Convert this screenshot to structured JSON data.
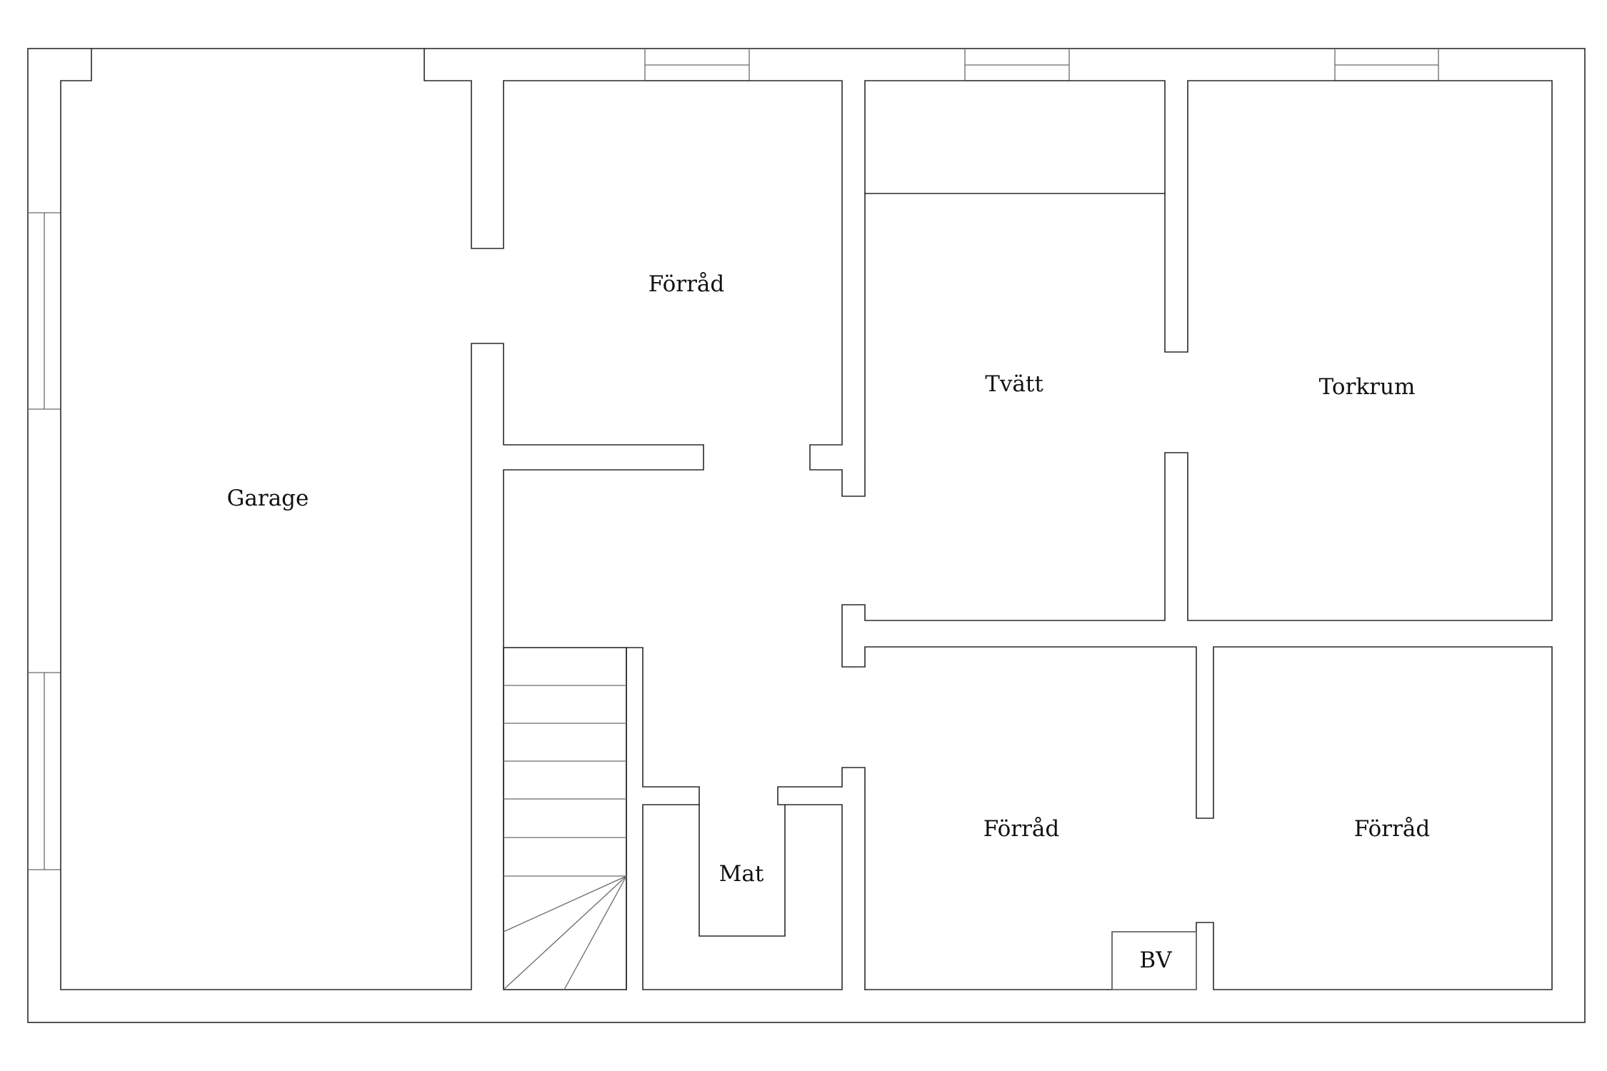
{
  "floor_plan": {
    "rooms": {
      "garage": "Garage",
      "forrad_top": "Förråd",
      "tvatt": "Tvätt",
      "torkrum": "Torkrum",
      "mat": "Mat",
      "forrad_bottom_mid": "Förråd",
      "forrad_bottom_right": "Förråd",
      "bv": "BV"
    }
  }
}
